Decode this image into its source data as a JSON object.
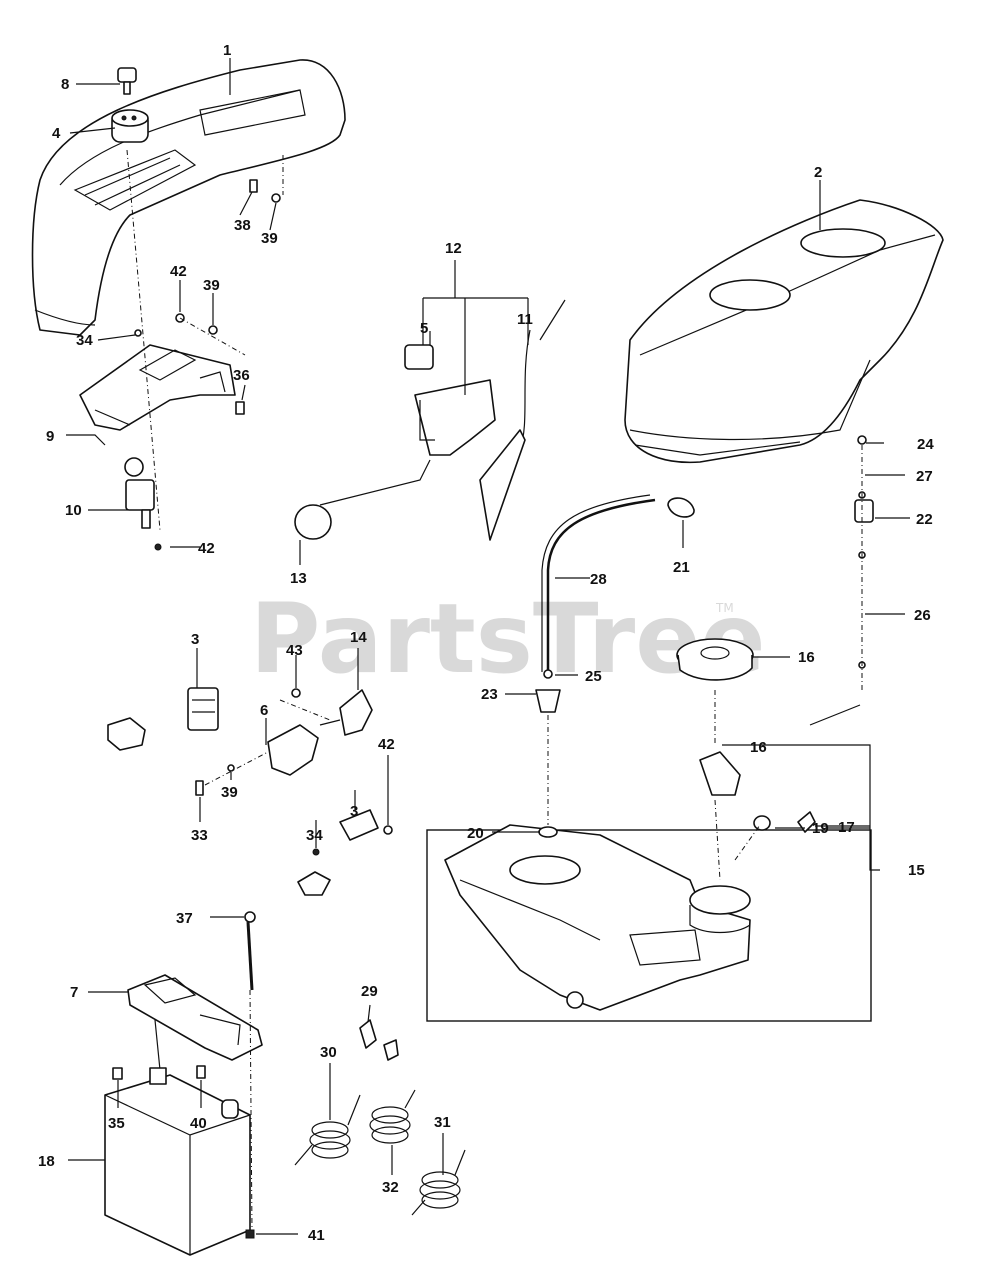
{
  "watermark": {
    "text": "PartsTree",
    "tm": "TM"
  },
  "callouts": [
    {
      "id": "c1",
      "label": "1"
    },
    {
      "id": "c2",
      "label": "2"
    },
    {
      "id": "c3a",
      "label": "3"
    },
    {
      "id": "c3b",
      "label": "3"
    },
    {
      "id": "c4",
      "label": "4"
    },
    {
      "id": "c5",
      "label": "5"
    },
    {
      "id": "c6",
      "label": "6"
    },
    {
      "id": "c7",
      "label": "7"
    },
    {
      "id": "c8",
      "label": "8"
    },
    {
      "id": "c9",
      "label": "9"
    },
    {
      "id": "c10",
      "label": "10"
    },
    {
      "id": "c11",
      "label": "11"
    },
    {
      "id": "c12",
      "label": "12"
    },
    {
      "id": "c13",
      "label": "13"
    },
    {
      "id": "c14",
      "label": "14"
    },
    {
      "id": "c15",
      "label": "15"
    },
    {
      "id": "c16a",
      "label": "16"
    },
    {
      "id": "c16b",
      "label": "16"
    },
    {
      "id": "c17",
      "label": "17"
    },
    {
      "id": "c18",
      "label": "18"
    },
    {
      "id": "c19",
      "label": "19"
    },
    {
      "id": "c20",
      "label": "20"
    },
    {
      "id": "c21",
      "label": "21"
    },
    {
      "id": "c22",
      "label": "22"
    },
    {
      "id": "c23",
      "label": "23"
    },
    {
      "id": "c24",
      "label": "24"
    },
    {
      "id": "c25",
      "label": "25"
    },
    {
      "id": "c26",
      "label": "26"
    },
    {
      "id": "c27",
      "label": "27"
    },
    {
      "id": "c28",
      "label": "28"
    },
    {
      "id": "c29",
      "label": "29"
    },
    {
      "id": "c30",
      "label": "30"
    },
    {
      "id": "c31",
      "label": "31"
    },
    {
      "id": "c32",
      "label": "32"
    },
    {
      "id": "c33",
      "label": "33"
    },
    {
      "id": "c34a",
      "label": "34"
    },
    {
      "id": "c34b",
      "label": "34"
    },
    {
      "id": "c35",
      "label": "35"
    },
    {
      "id": "c36",
      "label": "36"
    },
    {
      "id": "c37",
      "label": "37"
    },
    {
      "id": "c38",
      "label": "38"
    },
    {
      "id": "c39a",
      "label": "39"
    },
    {
      "id": "c39b",
      "label": "39"
    },
    {
      "id": "c39c",
      "label": "39"
    },
    {
      "id": "c40",
      "label": "40"
    },
    {
      "id": "c41",
      "label": "41"
    },
    {
      "id": "c42a",
      "label": "42"
    },
    {
      "id": "c42b",
      "label": "42"
    },
    {
      "id": "c42c",
      "label": "42"
    },
    {
      "id": "c43",
      "label": "43"
    }
  ]
}
